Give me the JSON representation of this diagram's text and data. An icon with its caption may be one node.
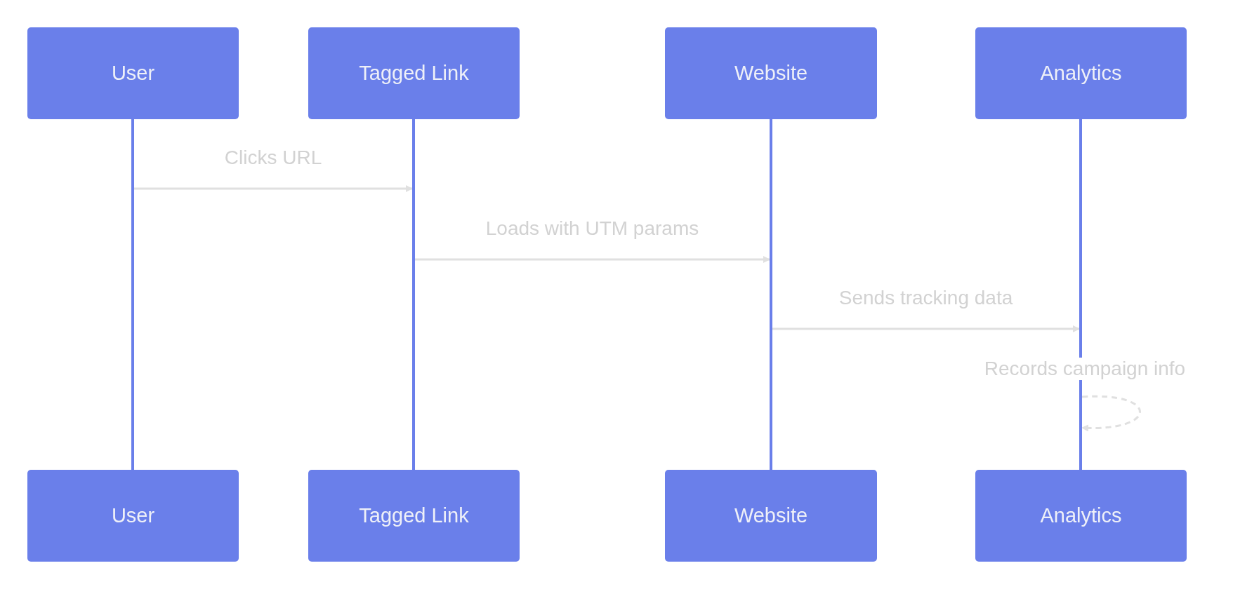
{
  "diagram": {
    "nodes": [
      {
        "text": [
          "User"
        ]
      },
      {
        "text": [
          "Tagged Link"
        ]
      },
      {
        "text": [
          "Website"
        ]
      },
      {
        "text": [
          "Analytics"
        ]
      },
      {
        "text": [
          "User"
        ]
      },
      {
        "text": [
          "Tagged Link"
        ]
      },
      {
        "text": [
          "Website"
        ]
      },
      {
        "text": [
          "Analytics"
        ]
      },
      {
        "text": [],
        "shape": "bar"
      },
      {
        "text": [],
        "shape": "bar"
      },
      {
        "text": [],
        "shape": "bar"
      },
      {
        "text": [],
        "shape": "bar"
      }
    ],
    "edges": [
      {
        "from": 8,
        "to": 9,
        "arrow": "to",
        "label": "Clicks URL"
      },
      {
        "from": 9,
        "to": 10,
        "arrow": "to",
        "label": "Loads with UTM params"
      },
      {
        "from": 10,
        "to": 11,
        "arrow": "to",
        "label": "Sends tracking data"
      },
      {
        "from": 11,
        "to": 11,
        "arrow": "to",
        "label": "Records campaign info",
        "style": "dashed"
      }
    ]
  }
}
